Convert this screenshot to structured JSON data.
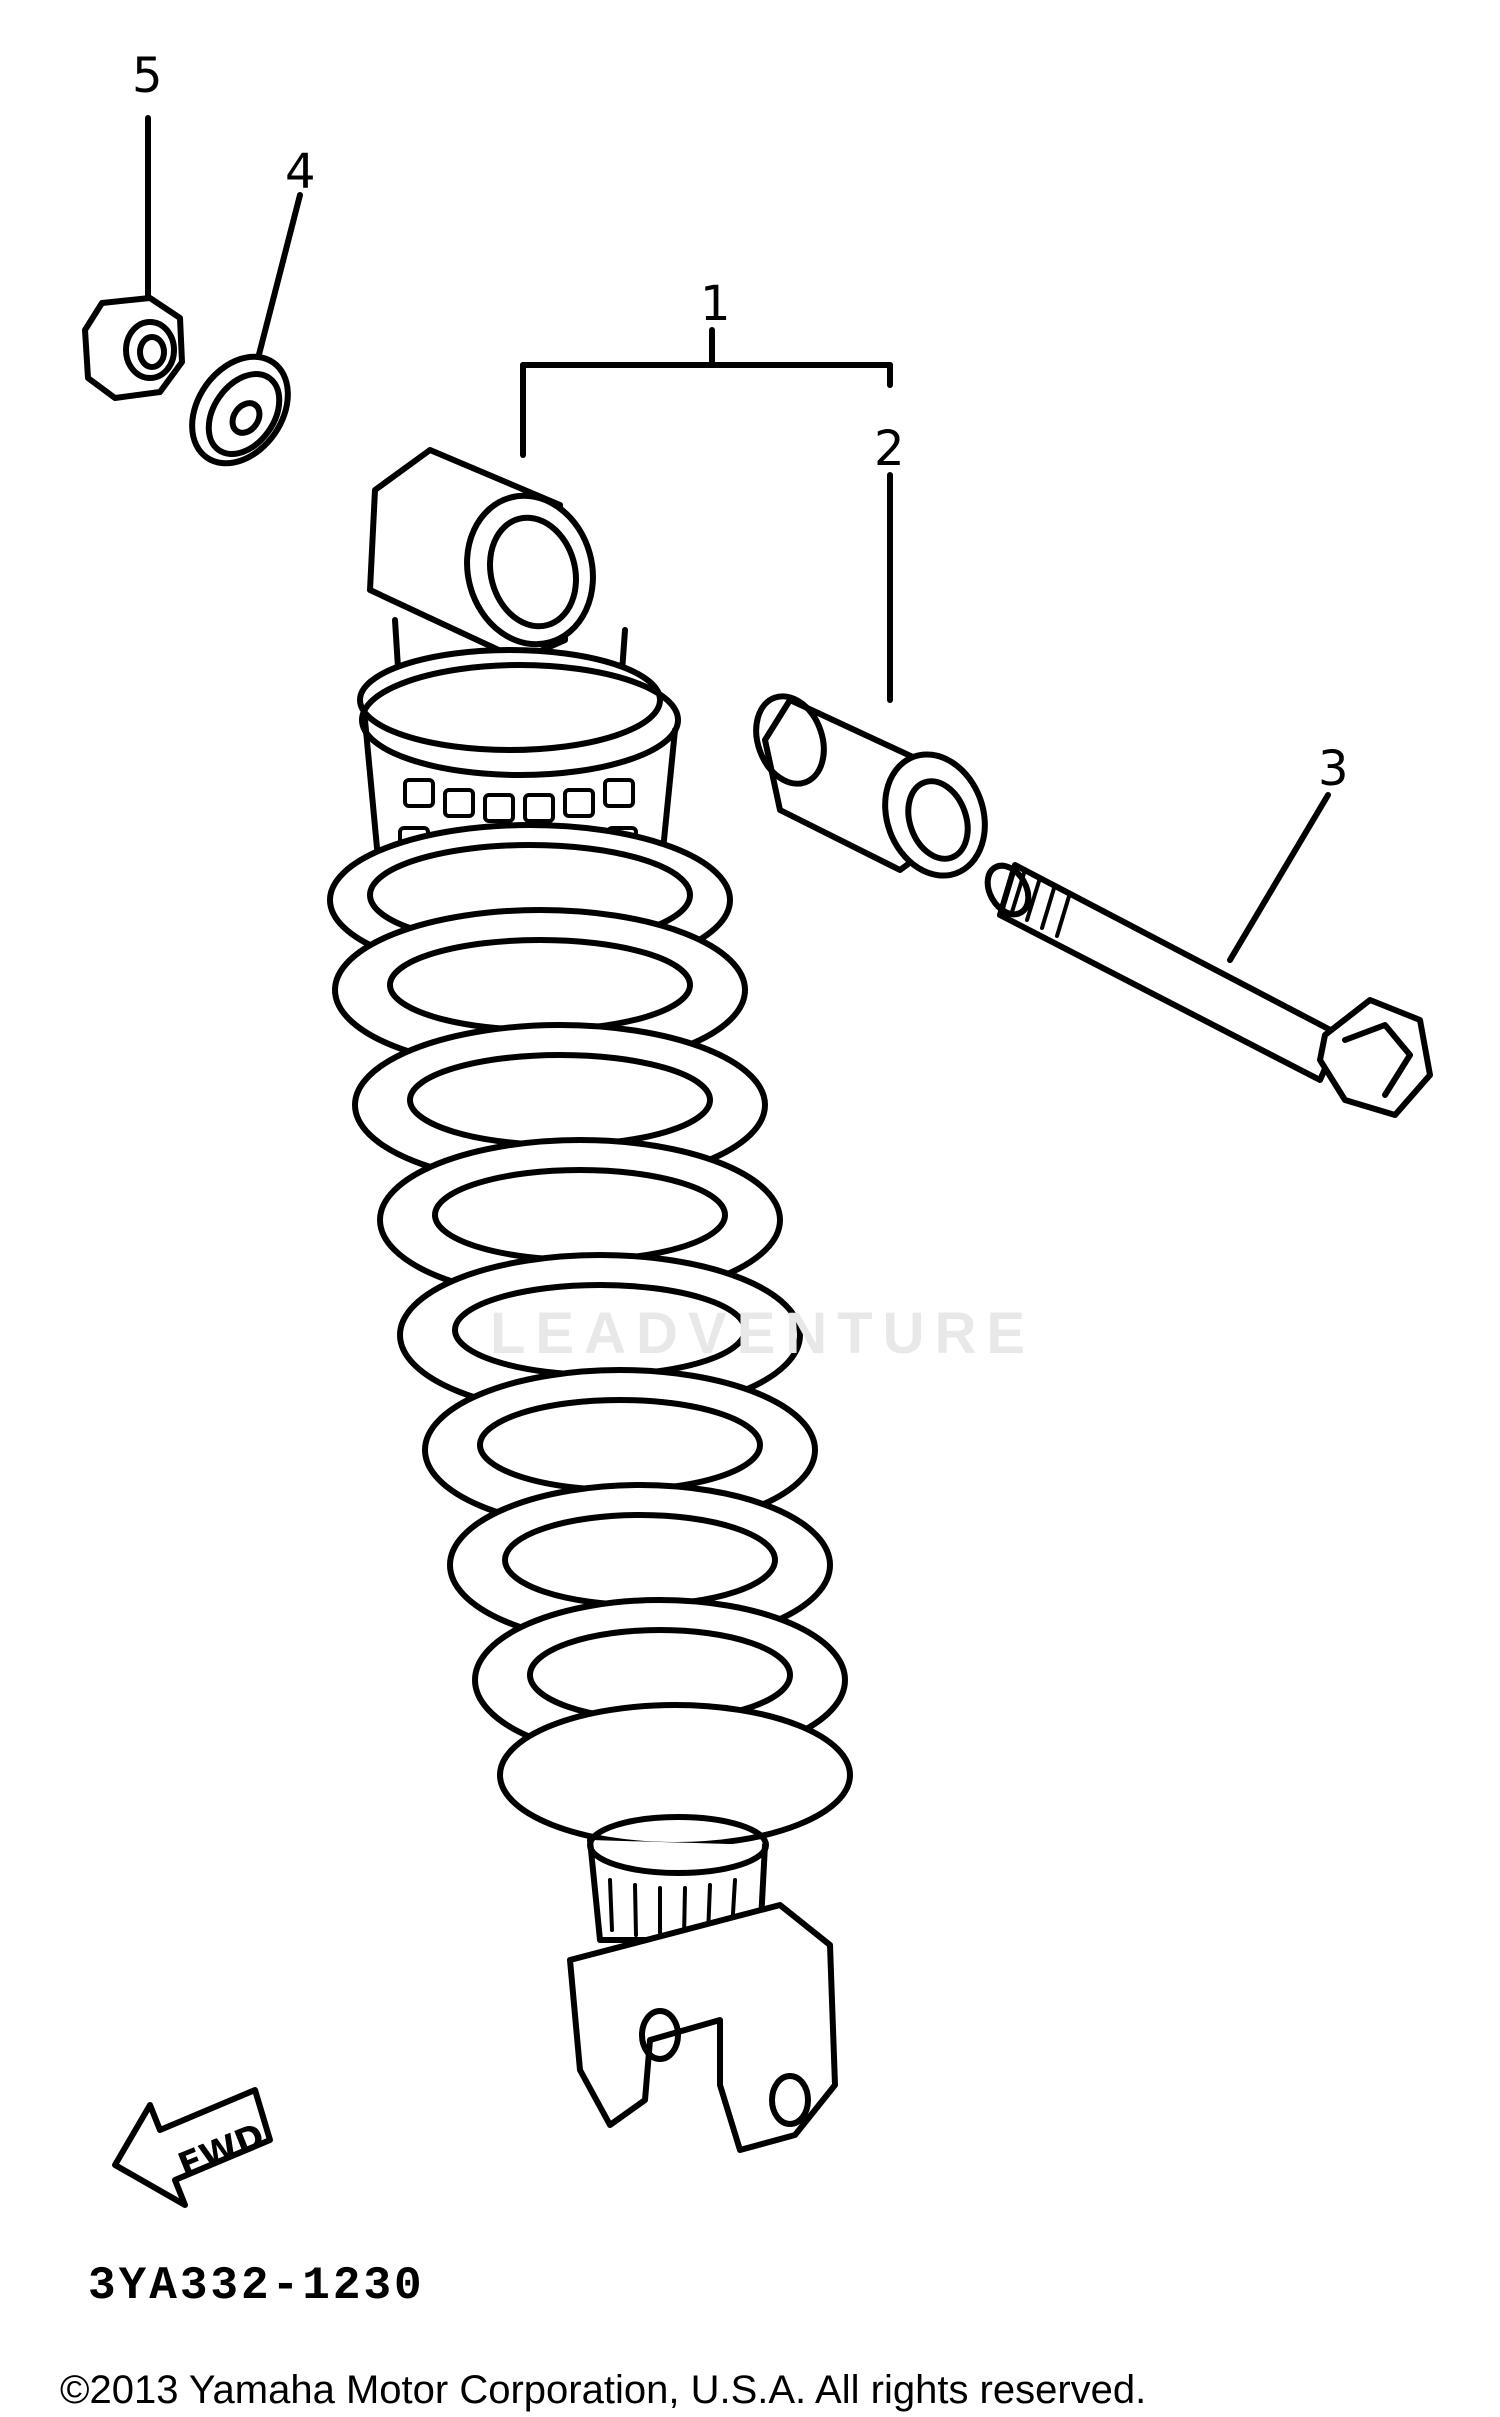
{
  "callouts": [
    {
      "id": "1",
      "label": "1"
    },
    {
      "id": "2",
      "label": "2"
    },
    {
      "id": "3",
      "label": "3"
    },
    {
      "id": "4",
      "label": "4"
    },
    {
      "id": "5",
      "label": "5"
    }
  ],
  "fwd_label": "FWD",
  "diagram_code": "3YA332-1230",
  "copyright": "©2013 Yamaha Motor Corporation, U.S.A. All rights reserved.",
  "watermark": "LEADVENTURE",
  "parts": {
    "shock_absorber": "rear shock absorber assembly",
    "bushing": "bushing",
    "bolt": "bolt",
    "washer": "washer",
    "nut": "nut"
  }
}
